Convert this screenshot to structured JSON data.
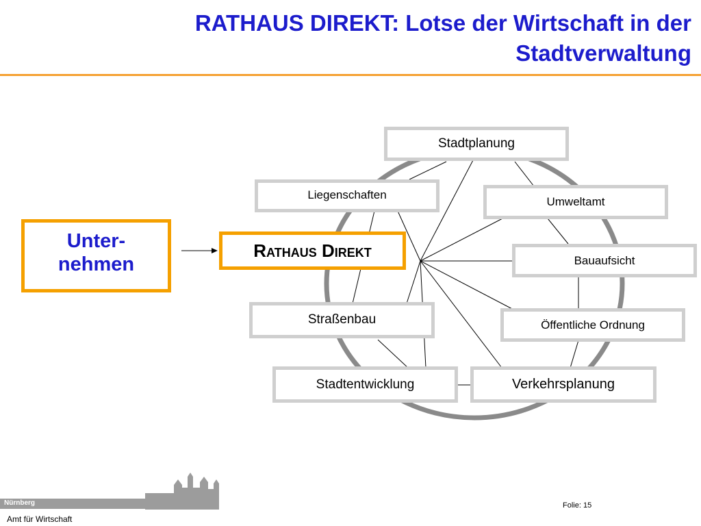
{
  "slide": {
    "title": "RATHAUS DIREKT: Lotse der Wirtschaft in der Stadtverwaltung",
    "title_line1": "RATHAUS DIREKT: Lotse der Wirtschaft in der",
    "title_line2": "Stadtverwaltung"
  },
  "diagram": {
    "source_line1": "Unter-",
    "source_line2": "nehmen",
    "hub": "Rathaus Direkt",
    "departments": [
      "Stadtplanung",
      "Liegenschaften",
      "Umweltamt",
      "Bauaufsicht",
      "Straßenbau",
      "Öffentliche Ordnung",
      "Stadtentwicklung",
      "Verkehrsplanung"
    ]
  },
  "footer": {
    "city": "Nürnberg",
    "department": "Amt für Wirtschaft",
    "slide_number": "Folie: 15"
  },
  "colors": {
    "title": "#1c1ccc",
    "accent_orange": "#f5a000",
    "box_border_gray": "#cfcfcf",
    "circle_gray": "#8a8a8a"
  }
}
